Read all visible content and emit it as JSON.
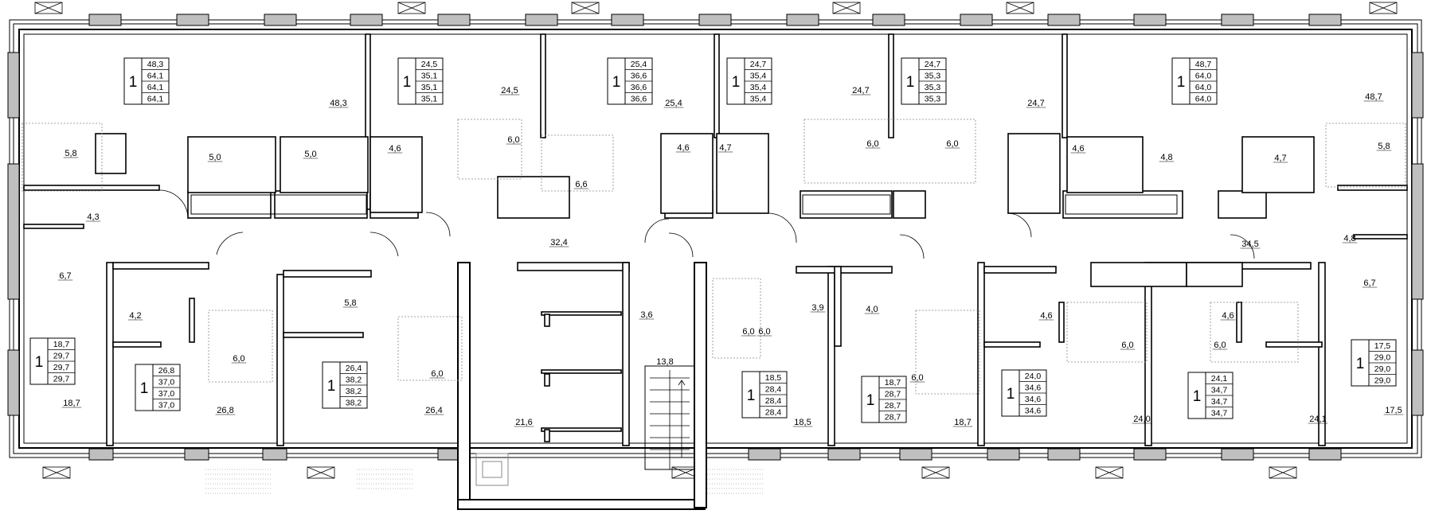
{
  "apartments": [
    {
      "id": "a1",
      "rooms": "1",
      "values": [
        "48,3",
        "64,1",
        "64,1",
        "64,1"
      ]
    },
    {
      "id": "a2",
      "rooms": "1",
      "values": [
        "24,5",
        "35,1",
        "35,1",
        "35,1"
      ]
    },
    {
      "id": "a3",
      "rooms": "1",
      "values": [
        "25,4",
        "36,6",
        "36,6",
        "36,6"
      ]
    },
    {
      "id": "a4",
      "rooms": "1",
      "values": [
        "24,7",
        "35,4",
        "35,4",
        "35,4"
      ]
    },
    {
      "id": "a5",
      "rooms": "1",
      "values": [
        "24,7",
        "35,3",
        "35,3",
        "35,3"
      ]
    },
    {
      "id": "a6",
      "rooms": "1",
      "values": [
        "48,7",
        "64,0",
        "64,0",
        "64,0"
      ]
    },
    {
      "id": "a7",
      "rooms": "1",
      "values": [
        "18,7",
        "29,7",
        "29,7",
        "29,7"
      ]
    },
    {
      "id": "a8",
      "rooms": "1",
      "values": [
        "26,8",
        "37,0",
        "37,0",
        "37,0"
      ]
    },
    {
      "id": "a9",
      "rooms": "1",
      "values": [
        "26,4",
        "38,2",
        "38,2",
        "38,2"
      ]
    },
    {
      "id": "a10",
      "rooms": "1",
      "values": [
        "18,5",
        "28,4",
        "28,4",
        "28,4"
      ]
    },
    {
      "id": "a11",
      "rooms": "1",
      "values": [
        "18,7",
        "28,7",
        "28,7",
        "28,7"
      ]
    },
    {
      "id": "a12",
      "rooms": "1",
      "values": [
        "24,0",
        "34,6",
        "34,6",
        "34,6"
      ]
    },
    {
      "id": "a13",
      "rooms": "1",
      "values": [
        "24,1",
        "34,7",
        "34,7",
        "34,7"
      ]
    },
    {
      "id": "a14",
      "rooms": "1",
      "values": [
        "17,5",
        "29,0",
        "29,0",
        "29,0"
      ]
    }
  ],
  "room_labels": [
    "48,3",
    "24,5",
    "25,4",
    "24,7",
    "24,7",
    "48,7",
    "5,8",
    "5,0",
    "5,0",
    "4,6",
    "6,0",
    "6,6",
    "4,6",
    "4,7",
    "6,0",
    "6,0",
    "4,6",
    "4,8",
    "4,7",
    "5,8",
    "4,3",
    "32,4",
    "34,5",
    "4,8",
    "6,7",
    "4,2",
    "5,8",
    "6,0",
    "6,0",
    "3,6",
    "3,9",
    "4,0",
    "6,0",
    "6,0",
    "4,6",
    "6,0",
    "6,0",
    "4,6",
    "6,7",
    "13,8",
    "6,0",
    "18,7",
    "26,8",
    "26,4",
    "21,6",
    "18,5",
    "18,7",
    "24,0",
    "24,1",
    "17,5"
  ]
}
